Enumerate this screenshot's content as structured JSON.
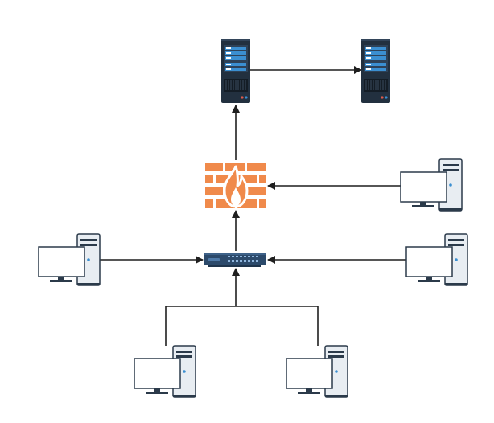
{
  "diagram": {
    "title": "",
    "nodes": [
      {
        "id": "server-primary",
        "type": "server-icon"
      },
      {
        "id": "server-secondary",
        "type": "server-icon"
      },
      {
        "id": "firewall",
        "type": "firewall-icon"
      },
      {
        "id": "network-switch",
        "type": "switch-icon"
      },
      {
        "id": "workstation-left",
        "type": "workstation-icon"
      },
      {
        "id": "workstation-right-upper",
        "type": "workstation-icon"
      },
      {
        "id": "workstation-right-lower",
        "type": "workstation-icon"
      },
      {
        "id": "workstation-bottom-left",
        "type": "workstation-icon"
      },
      {
        "id": "workstation-bottom-right",
        "type": "workstation-icon"
      }
    ],
    "edges": [
      {
        "from": "server-primary",
        "to": "server-secondary"
      },
      {
        "from": "firewall",
        "to": "server-primary"
      },
      {
        "from": "workstation-right-upper",
        "to": "firewall"
      },
      {
        "from": "network-switch",
        "to": "firewall"
      },
      {
        "from": "workstation-left",
        "to": "network-switch"
      },
      {
        "from": "workstation-right-lower",
        "to": "network-switch"
      },
      {
        "from": "workstation-bottom-left",
        "to": "network-switch"
      },
      {
        "from": "workstation-bottom-right",
        "to": "network-switch"
      }
    ],
    "colors": {
      "server_body": "#22303f",
      "server_accent": "#3b8fd1",
      "firewall": "#f08a4b",
      "switch_body": "#2c4a6b",
      "tower_body": "#e8edf2",
      "tower_outline": "#2b3a4a",
      "screen_fill": "#ffffff",
      "line": "#1f1f1f"
    }
  }
}
